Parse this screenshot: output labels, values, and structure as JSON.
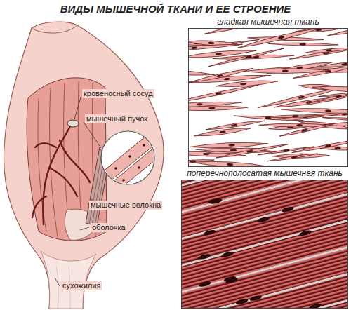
{
  "diagram": {
    "title": "ВИДЫ МЫШЕЧНОЙ ТКАНИ И ЕЕ СТРОЕНИЕ",
    "nodes": [
      {
        "text": [
          "гладкая мышечная ткань"
        ]
      },
      {
        "text": [
          "поперечнополосатая мышечная ткань"
        ]
      }
    ],
    "labels": [
      "кровеносный сосуд",
      "мышечный пучок",
      "мышечные волокна",
      "оболочка",
      "сухожилия"
    ]
  }
}
